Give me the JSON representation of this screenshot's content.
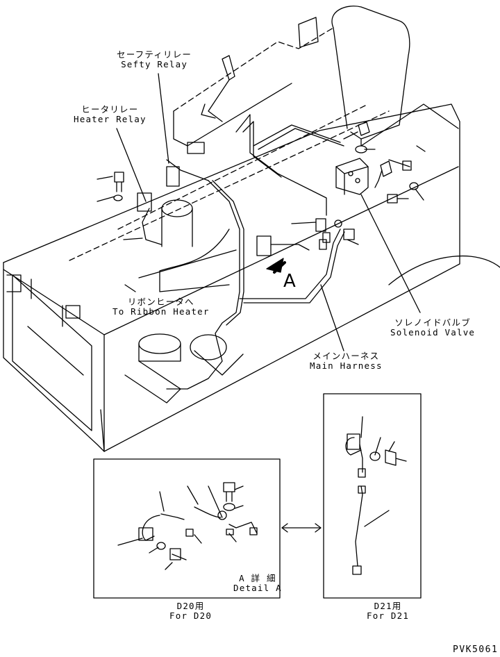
{
  "labels": {
    "safety_relay": {
      "jp": "セーフティリレー",
      "en": "Sefty Relay"
    },
    "heater_relay": {
      "jp": "ヒータリレー",
      "en": "Heater Relay"
    },
    "ribbon_heater": {
      "jp": "リボンヒータへ",
      "en": "To Ribbon Heater"
    },
    "solenoid_valve": {
      "jp": "ソレノイドバルブ",
      "en": "Solenoid Valve"
    },
    "main_harness": {
      "jp": "メインハーネス",
      "en": "Main Harness"
    },
    "view_marker": "A",
    "detail_a": {
      "jp": "A 詳 細",
      "en": "Detail A"
    },
    "for_d20": {
      "jp": "D20用",
      "en": "For D20"
    },
    "for_d21": {
      "jp": "D21用",
      "en": "For D21"
    }
  },
  "drawing_code": "PVK5061"
}
